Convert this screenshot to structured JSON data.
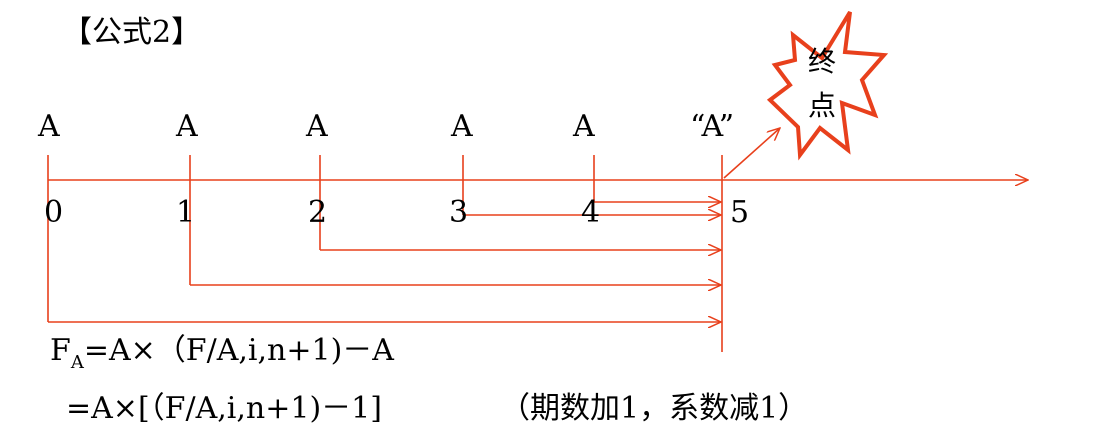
{
  "title": "【公式2】",
  "payments": [
    "A",
    "A",
    "A",
    "A",
    "A",
    "“A”"
  ],
  "periods": [
    "0",
    "1",
    "2",
    "3",
    "4",
    "5"
  ],
  "endpoint": {
    "line1": "终",
    "line2": "点"
  },
  "formula": {
    "lhs_main": "F",
    "lhs_sub": "A",
    "line1_rhs": "=A×（F/A,i,n+1)－A",
    "line2": "=A×[（F/A,i,n+1)－1]",
    "note": "（期数加1，系数减1）"
  },
  "colors": {
    "accent": "#e8401c",
    "text": "#000000"
  }
}
